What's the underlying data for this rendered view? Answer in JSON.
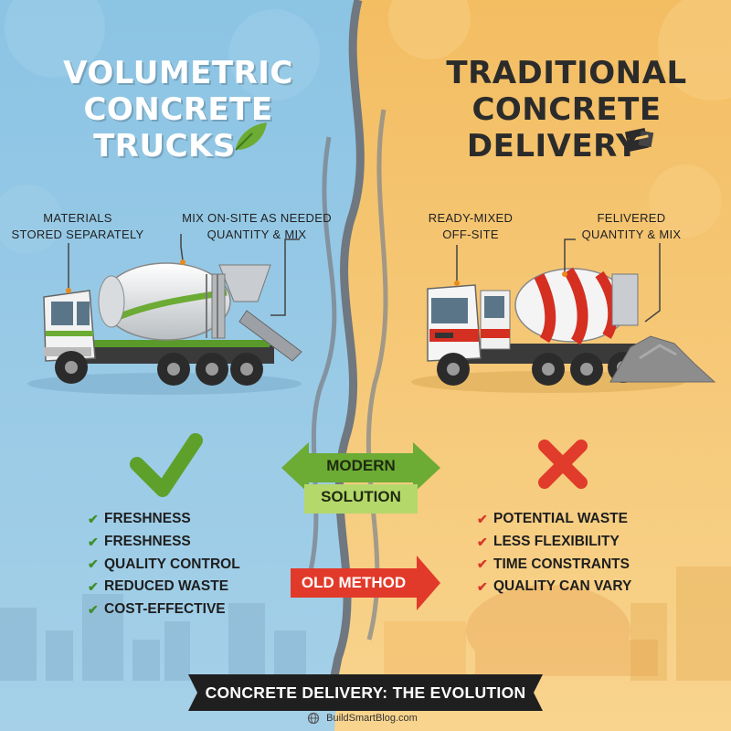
{
  "left_panel": {
    "title_lines": [
      "VOLUMETRIC",
      "CONCRETE",
      "TRUCKS"
    ],
    "callouts": [
      {
        "lines": [
          "MATERIALS",
          "STORED SEPARATELY"
        ]
      },
      {
        "lines": [
          "MIX ON-SITE AS NEEDED",
          "QUANTITY & MIX"
        ]
      }
    ],
    "benefits": [
      "FRESHNESS",
      "FRESHNESS",
      "QUALITY CONTROL",
      "REDUCED WASTE",
      "COST-EFFECTIVE"
    ],
    "icon": "leaf-icon",
    "status_icon": "checkmark-icon"
  },
  "right_panel": {
    "title_lines": [
      "TRADITIONAL",
      "CONCRETE",
      "DELIVERY"
    ],
    "callouts": [
      {
        "lines": [
          "READY-MIXED",
          "OFF-SITE"
        ]
      },
      {
        "lines": [
          "FELIVERED",
          "QUANTITY & MIX"
        ]
      }
    ],
    "drawbacks": [
      "POTENTIAL WASTE",
      "LESS FLEXIBILITY",
      "TIME CONSTRANTS",
      "QUALITY CAN VARY"
    ],
    "icon": "package-icon",
    "status_icon": "cross-icon"
  },
  "center": {
    "modern_label_lines": [
      "MODERN",
      "SOLUTION"
    ],
    "old_label": "OLD METHOD"
  },
  "banner": "CONCRETE DELIVERY: THE EVOLUTION",
  "footer": "BuildSmartBlog.com",
  "colors": {
    "left_bg": "#7ab8dc",
    "right_bg": "#f6c66e",
    "accent_green": "#6cab34",
    "accent_red": "#e03b2b",
    "banner_bg": "#1f1f1f"
  }
}
